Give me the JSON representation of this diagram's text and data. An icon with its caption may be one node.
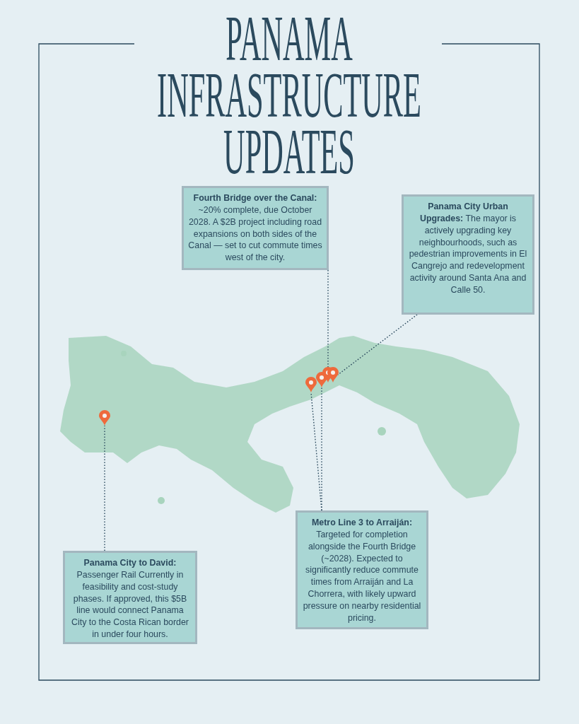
{
  "diagram": {
    "title": "PANAMA INFRASTRUCTURE UPDATES",
    "nodes": [
      {
        "text": [
          "Fourth Bridge over the Canal:",
          "~20% complete, due October 2028. A $2B project including road expansions on both sides of the Canal — set to cut commute times west of the city."
        ]
      },
      {
        "text": [
          "Panama City Urban Upgrades:",
          "The mayor is actively upgrading key neighbourhoods, such as pedestrian improvements in El Cangrejo and redevelopment activity around Santa Ana and Calle 50."
        ]
      },
      {
        "text": [],
        "shape": "pin"
      },
      {
        "text": [],
        "shape": "pin"
      },
      {
        "text": [],
        "shape": "pin"
      },
      {
        "text": [],
        "shape": "pin"
      },
      {
        "text": [],
        "shape": "pin"
      },
      {
        "text": [
          "Metro Line 3 to Arraiján:",
          "Targeted for completion alongside the Fourth Bridge (~2028). Expected to significantly reduce commute times from Arraiján and La Chorrera, with likely upward pressure on nearby residential pricing."
        ]
      },
      {
        "text": [
          "Panama City to David:",
          "Passenger Rail Currently in feasibility and cost-study phases. If approved, this $5B line would connect Panama City to the Costa Rican border in under four hours."
        ]
      }
    ],
    "edges": [
      {
        "from": 0,
        "to": 5,
        "arrow": "none"
      },
      {
        "from": 1,
        "to": 6,
        "arrow": "none"
      },
      {
        "from": 7,
        "to": 3,
        "arrow": "none"
      },
      {
        "from": 7,
        "to": 4,
        "arrow": "none"
      },
      {
        "from": 8,
        "to": 2,
        "arrow": "none"
      }
    ]
  }
}
